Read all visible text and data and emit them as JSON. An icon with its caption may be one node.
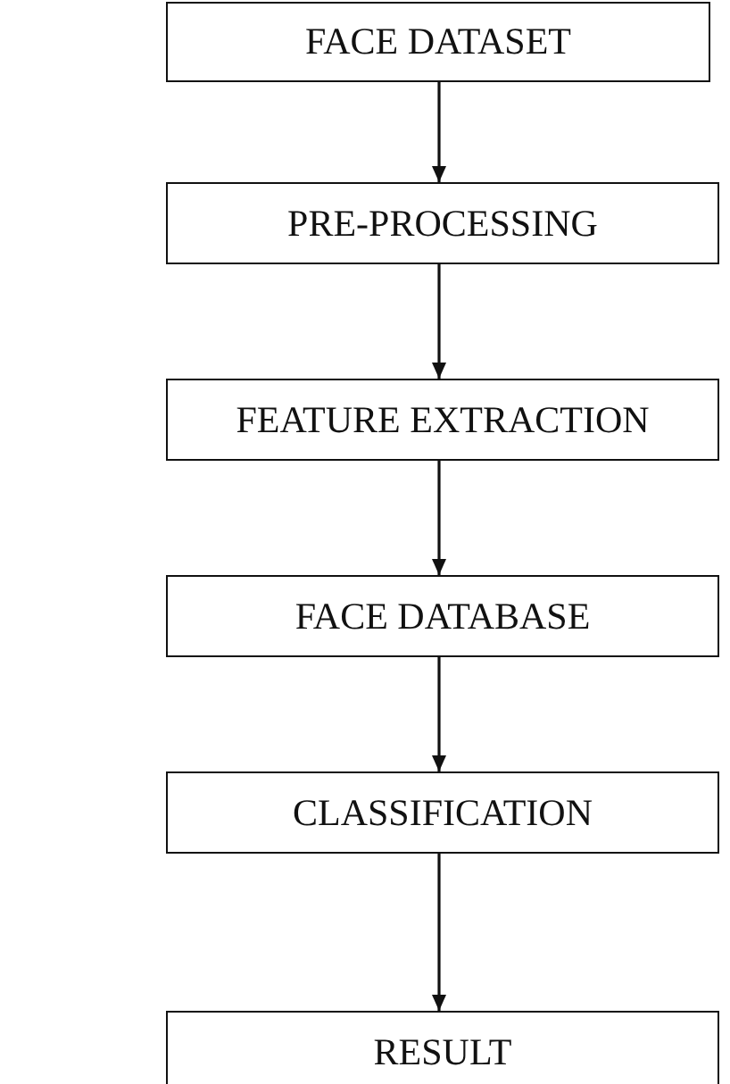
{
  "diagram": {
    "nodes": [
      {
        "text": [
          "FACE DATASET"
        ]
      },
      {
        "text": [
          "PRE-PROCESSING"
        ]
      },
      {
        "text": [
          "FEATURE EXTRACTION"
        ]
      },
      {
        "text": [
          "FACE DATABASE"
        ]
      },
      {
        "text": [
          "CLASSIFICATION"
        ]
      },
      {
        "text": [
          "RESULT"
        ]
      }
    ],
    "edges": [
      {
        "from": 0,
        "to": 1,
        "arrow": "to"
      },
      {
        "from": 1,
        "to": 2,
        "arrow": "to"
      },
      {
        "from": 2,
        "to": 3,
        "arrow": "to"
      },
      {
        "from": 3,
        "to": 4,
        "arrow": "to"
      },
      {
        "from": 4,
        "to": 5,
        "arrow": "to"
      }
    ]
  }
}
